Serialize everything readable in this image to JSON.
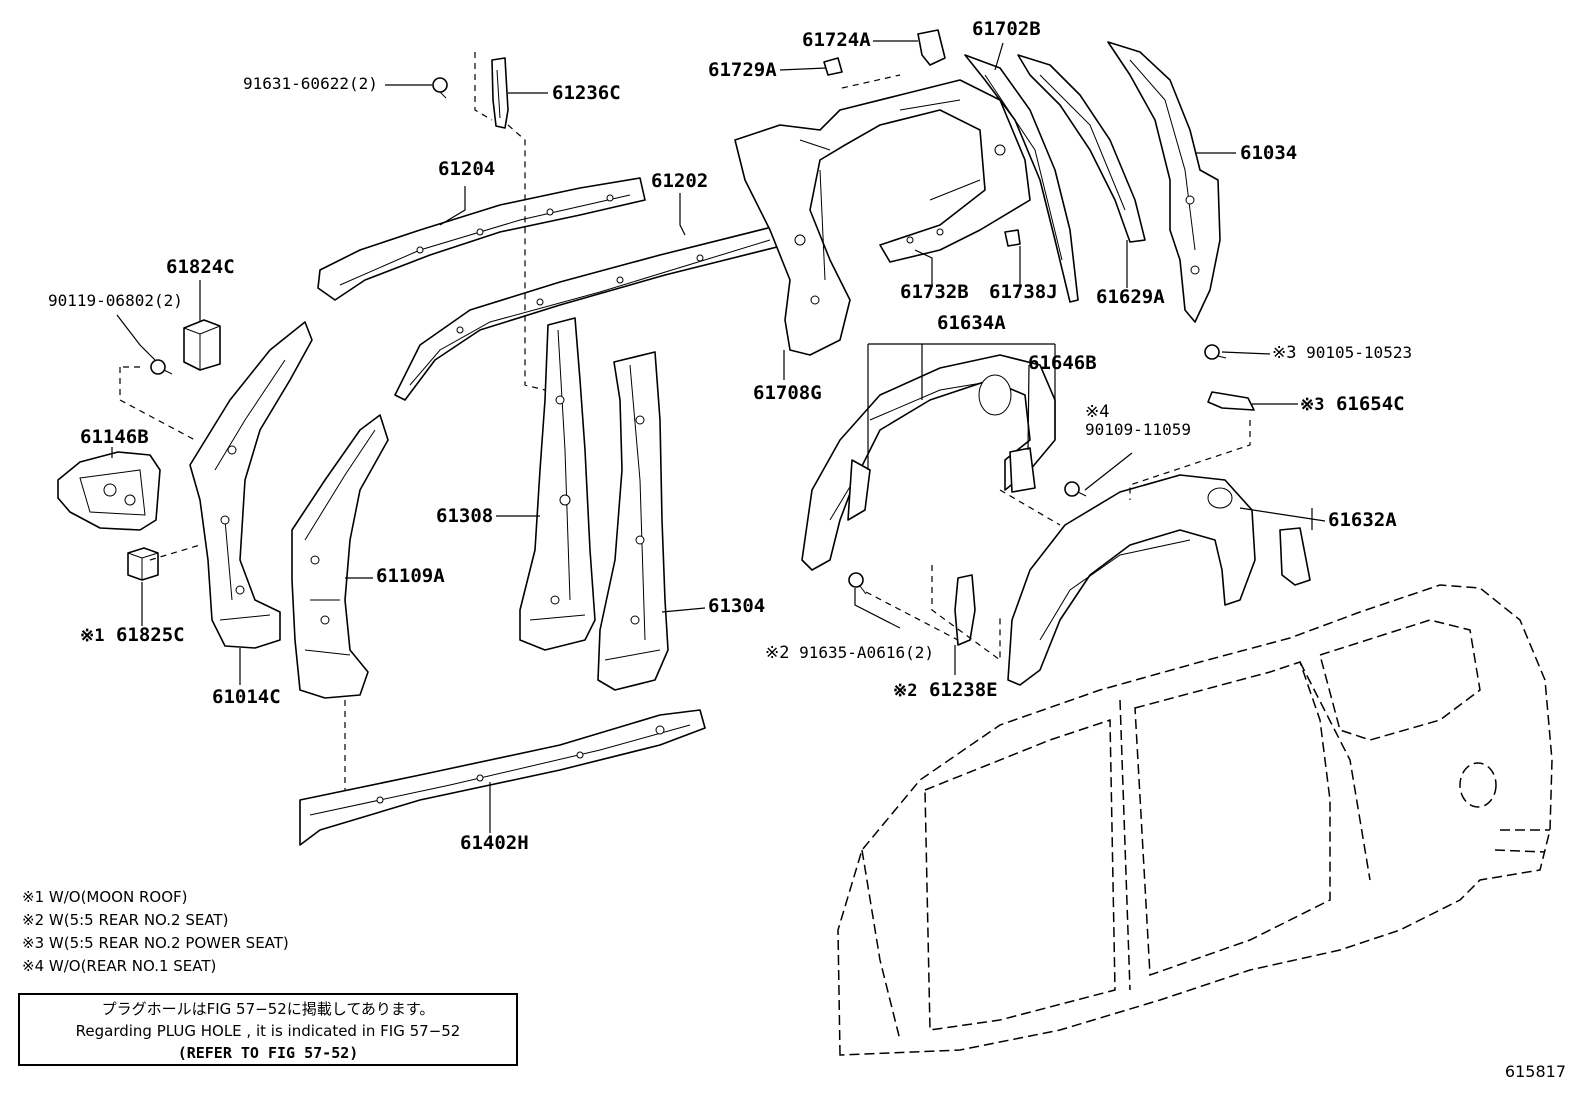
{
  "parts": [
    {
      "id": "p01",
      "text": "91631-60622(2)"
    },
    {
      "id": "p02",
      "text": "61236C"
    },
    {
      "id": "p03",
      "text": "61204"
    },
    {
      "id": "p04",
      "text": "61202"
    },
    {
      "id": "p05",
      "text": "61824C"
    },
    {
      "id": "p06",
      "text": "90119-06802(2)"
    },
    {
      "id": "p07",
      "text": "61146B"
    },
    {
      "id": "p08",
      "text": "61825C",
      "mark": "※1"
    },
    {
      "id": "p09",
      "text": "61014C"
    },
    {
      "id": "p10",
      "text": "61109A"
    },
    {
      "id": "p11",
      "text": "61308"
    },
    {
      "id": "p12",
      "text": "61304"
    },
    {
      "id": "p13",
      "text": "61402H"
    },
    {
      "id": "p14",
      "text": "61724A"
    },
    {
      "id": "p15",
      "text": "61729A"
    },
    {
      "id": "p16",
      "text": "61702B"
    },
    {
      "id": "p17",
      "text": "61034"
    },
    {
      "id": "p18",
      "text": "61708G"
    },
    {
      "id": "p19",
      "text": "61732B"
    },
    {
      "id": "p20",
      "text": "61738J"
    },
    {
      "id": "p21",
      "text": "61629A"
    },
    {
      "id": "p22",
      "text": "61634A"
    },
    {
      "id": "p23",
      "text": "61646B"
    },
    {
      "id": "p24",
      "text": "90105-10523",
      "mark": "※3"
    },
    {
      "id": "p25",
      "text": "61654C",
      "mark": "※3"
    },
    {
      "id": "p26",
      "text": "90109-11059",
      "mark": "※4"
    },
    {
      "id": "p27",
      "text": "61632A"
    },
    {
      "id": "p28",
      "text": "91635-A0616(2)",
      "mark": "※2"
    },
    {
      "id": "p29",
      "text": "61238E",
      "mark": "※2"
    }
  ],
  "notes": [
    "※1 W/O(MOON ROOF)",
    "※2 W(5:5 REAR NO.2 SEAT)",
    "※3 W(5:5 REAR NO.2 POWER SEAT)",
    "※4 W/O(REAR NO.1 SEAT)"
  ],
  "reference_box": {
    "line1": "プラグホールはFIG 57−52に掲載してあります。",
    "line2": "Regarding  PLUG  HOLE , it is indicated in  FIG  57−52",
    "line3": "(REFER  TO  FIG  57-52)"
  },
  "figure_code": "615817"
}
